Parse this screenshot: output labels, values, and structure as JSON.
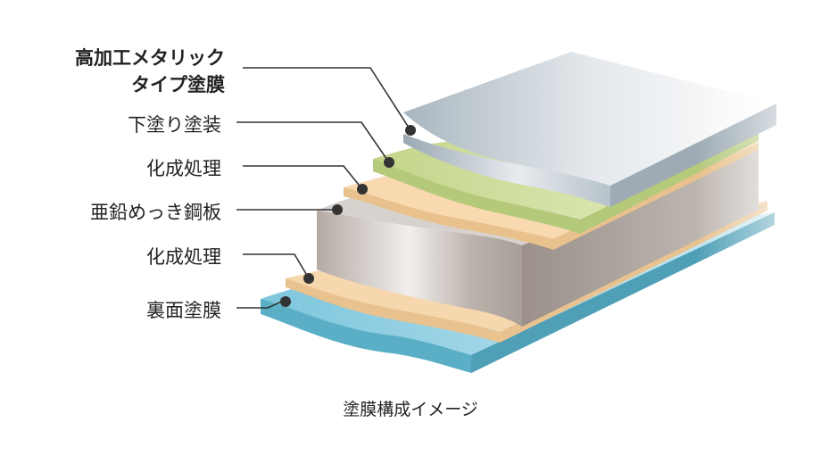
{
  "labels": [
    {
      "id": "top-coat",
      "lines": [
        "高加工メタリック",
        "タイプ塗膜"
      ]
    },
    {
      "id": "undercoat",
      "lines": [
        "下塗り塗装"
      ]
    },
    {
      "id": "conversion-upper",
      "lines": [
        "化成処理"
      ]
    },
    {
      "id": "galvanized-steel",
      "lines": [
        "亜鉛めっき鋼板"
      ]
    },
    {
      "id": "conversion-lower",
      "lines": [
        "化成処理"
      ]
    },
    {
      "id": "back-coat",
      "lines": [
        "裏面塗膜"
      ]
    }
  ],
  "caption": "塗膜構成イメージ",
  "colors": {
    "top_coat": "#c3ccd3",
    "undercoat": "#cfdc9a",
    "conversion": "#f7d5a8",
    "steel": "#c8c0bb",
    "back_coat": "#86cbe0",
    "leader": "#333333"
  }
}
